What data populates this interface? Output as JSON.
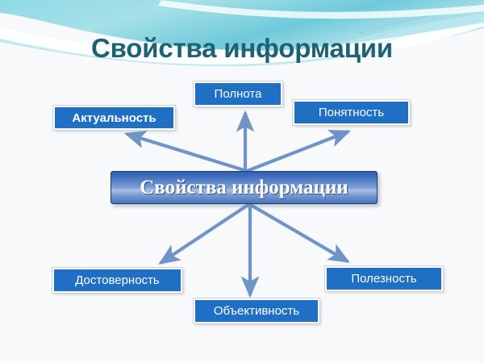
{
  "slide": {
    "title": "Свойства информации",
    "title_color": "#1d6273",
    "background_color": "#f8f9fa",
    "header_accent_color": "#5ec8d8",
    "node_color": "#1f6fc4",
    "arrow_color": "#6f94c8"
  },
  "center": {
    "label": "Свойства информации"
  },
  "nodes": [
    {
      "id": "aktualnost",
      "label": "Актуальность"
    },
    {
      "id": "polnota",
      "label": "Полнота"
    },
    {
      "id": "ponyatnost",
      "label": "Понятность"
    },
    {
      "id": "dostovernost",
      "label": "Достоверность"
    },
    {
      "id": "obektivnost",
      "label": "Объективность"
    },
    {
      "id": "poleznost",
      "label": "Полезность"
    }
  ]
}
